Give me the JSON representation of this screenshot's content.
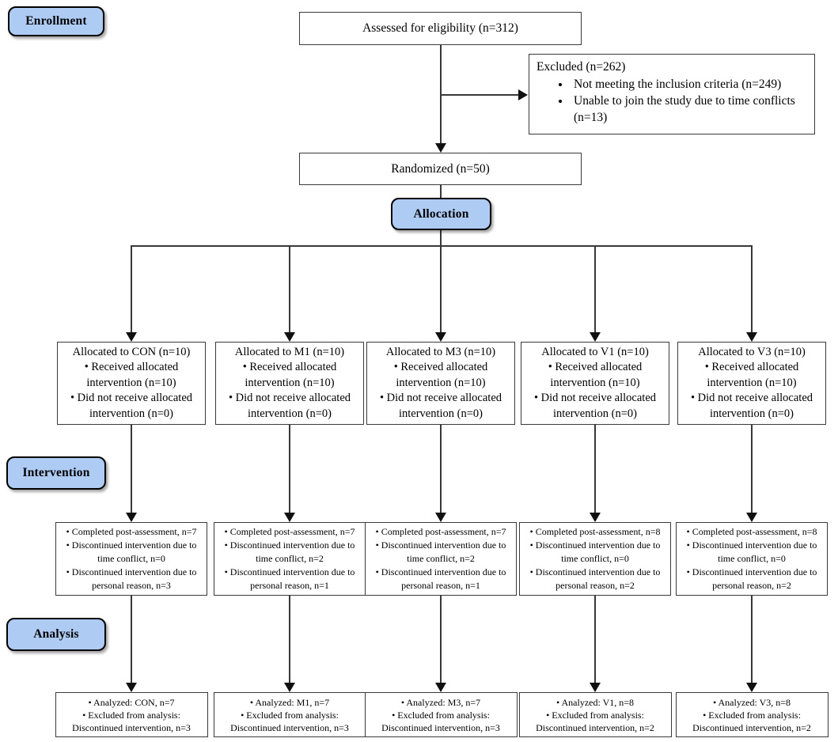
{
  "stage_labels": {
    "enrollment": "Enrollment",
    "allocation": "Allocation",
    "intervention": "Intervention",
    "analysis": "Analysis"
  },
  "enrollment": {
    "assessed": "Assessed for eligibility (n=312)",
    "excluded": {
      "title": "Excluded (n=262)",
      "reasons": [
        "Not meeting the inclusion criteria (n=249)",
        "Unable to join the study due to time conflicts (n=13)"
      ]
    },
    "randomized": "Randomized (n=50)"
  },
  "groups": [
    {
      "id": "CON",
      "allocated_lines": [
        "Allocated to CON (n=10)",
        "• Received allocated",
        "intervention (n=10)",
        "• Did not receive allocated",
        "intervention (n=0)"
      ],
      "intervention_lines": [
        "• Completed post-assessment, n=7",
        "• Discontinued intervention due to",
        "time conflict, n=0",
        "• Discontinued intervention due to",
        "personal reason, n=3"
      ],
      "analysis_lines": [
        "• Analyzed: CON, n=7",
        "• Excluded from analysis:",
        "Discontinued intervention, n=3"
      ]
    },
    {
      "id": "M1",
      "allocated_lines": [
        "Allocated to M1 (n=10)",
        "• Received allocated",
        "intervention (n=10)",
        "• Did not receive allocated",
        "intervention (n=0)"
      ],
      "intervention_lines": [
        "• Completed post-assessment, n=7",
        "• Discontinued intervention due to",
        "time conflict, n=2",
        "• Discontinued intervention due to",
        "personal reason, n=1"
      ],
      "analysis_lines": [
        "• Analyzed: M1, n=7",
        "• Excluded from analysis:",
        "Discontinued intervention, n=3"
      ]
    },
    {
      "id": "M3",
      "allocated_lines": [
        "Allocated to M3 (n=10)",
        "• Received allocated",
        "intervention (n=10)",
        "• Did not receive allocated",
        "intervention (n=0)"
      ],
      "intervention_lines": [
        "• Completed post-assessment, n=7",
        "• Discontinued intervention due to",
        "time conflict, n=2",
        "• Discontinued intervention due to",
        "personal reason, n=1"
      ],
      "analysis_lines": [
        "• Analyzed: M3, n=7",
        "• Excluded from analysis:",
        "Discontinued intervention, n=3"
      ]
    },
    {
      "id": "V1",
      "allocated_lines": [
        "Allocated to V1 (n=10)",
        "• Received allocated",
        "intervention (n=10)",
        "• Did not receive allocated",
        "intervention (n=0)"
      ],
      "intervention_lines": [
        "• Completed post-assessment, n=8",
        "• Discontinued intervention due to",
        "time conflict, n=0",
        "• Discontinued intervention due to",
        "personal reason, n=2"
      ],
      "analysis_lines": [
        "• Analyzed: V1, n=8",
        "• Excluded from analysis:",
        "Discontinued intervention, n=2"
      ]
    },
    {
      "id": "V3",
      "allocated_lines": [
        "Allocated to V3 (n=10)",
        "• Received allocated",
        "intervention (n=10)",
        "• Did not receive allocated",
        "intervention (n=0)"
      ],
      "intervention_lines": [
        "• Completed post-assessment, n=8",
        "• Discontinued intervention due to",
        "time conflict, n=0",
        "• Discontinued intervention due to",
        "personal reason, n=2"
      ],
      "analysis_lines": [
        "• Analyzed: V3, n=8",
        "• Excluded from analysis:",
        "Discontinued intervention, n=2"
      ]
    }
  ],
  "colors": {
    "stage_fill": "#aecbf4",
    "box_border": "#3a3a3a",
    "line": "#383838"
  }
}
